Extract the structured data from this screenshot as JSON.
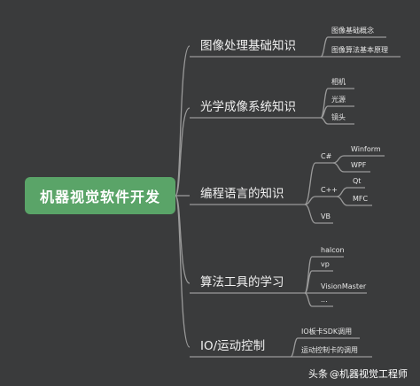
{
  "mindmap": {
    "root": "机器视觉软件开发",
    "branches": [
      {
        "label": "图像处理基础知识",
        "children": [
          "图像基础概念",
          "图像算法基本原理"
        ]
      },
      {
        "label": "光学成像系统知识",
        "children": [
          "相机",
          "光源",
          "镜头"
        ]
      },
      {
        "label": "编程语言的知识",
        "children": [
          {
            "label": "C#",
            "children": [
              "Winform",
              "WPF"
            ]
          },
          {
            "label": "C++",
            "children": [
              "Qt",
              "MFC"
            ]
          },
          {
            "label": "VB",
            "children": []
          }
        ]
      },
      {
        "label": "算法工具的学习",
        "children": [
          "halcon",
          "vp",
          "VisionMaster",
          "..."
        ]
      },
      {
        "label": "IO/运动控制",
        "children": [
          "IO板卡SDK调用",
          "运动控制卡的调用"
        ]
      }
    ]
  },
  "watermark": {
    "prefix": "头条",
    "handle": "@机器视觉工程师"
  },
  "colors": {
    "background": "#3a3b3c",
    "root": "#5aa468",
    "line": "#9a9a9a"
  }
}
